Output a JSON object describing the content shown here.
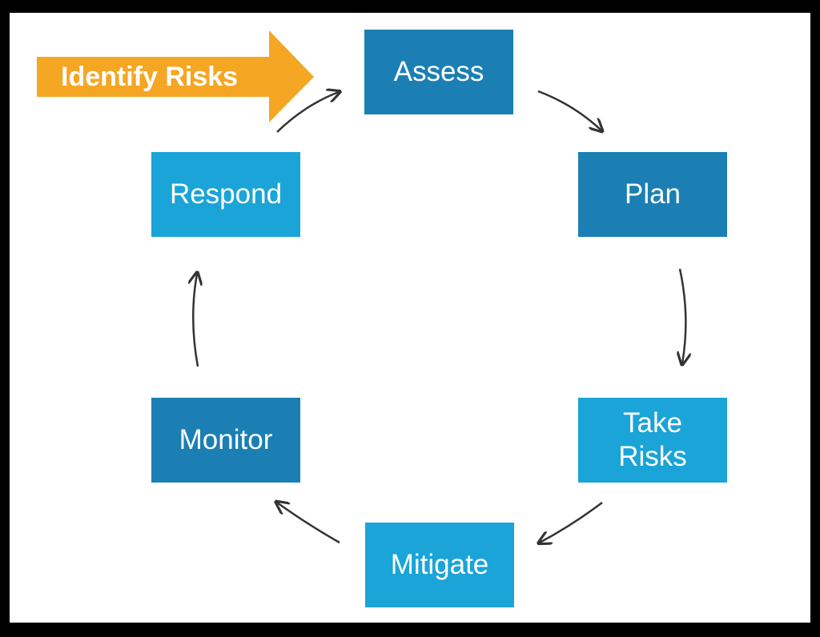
{
  "diagram": {
    "trigger": {
      "label": "Identify Risks",
      "color": "#f5a623"
    },
    "steps": [
      {
        "id": "assess",
        "label": "Assess",
        "color": "#1b7fb3"
      },
      {
        "id": "plan",
        "label": "Plan",
        "color": "#1b7fb3"
      },
      {
        "id": "take-risks",
        "label": "Take\nRisks",
        "color": "#1aa4d8"
      },
      {
        "id": "mitigate",
        "label": "Mitigate",
        "color": "#1aa4d8"
      },
      {
        "id": "monitor",
        "label": "Monitor",
        "color": "#1b7fb3"
      },
      {
        "id": "respond",
        "label": "Respond",
        "color": "#1aa4d8"
      }
    ],
    "flow": "clockwise cycle",
    "arrow_color": "#333333"
  }
}
